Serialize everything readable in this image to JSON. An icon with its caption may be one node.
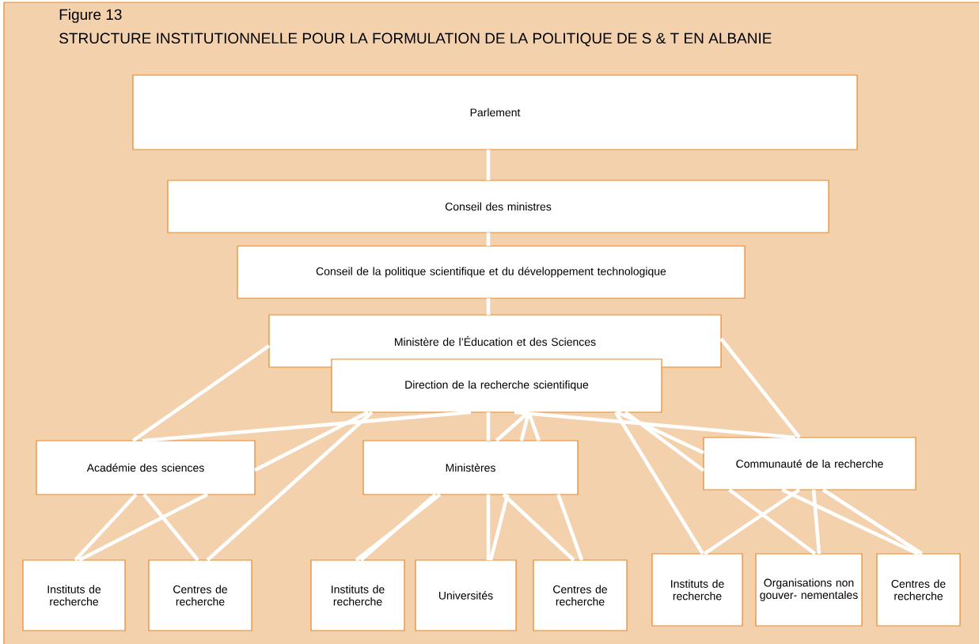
{
  "diagram": {
    "title": "STRUCTURE INSTITUTIONNELLE POUR LA FORMULATION DE LA POLITIQUE DE S & T EN ALBANIE",
    "nodes": [
      {
        "text": [
          "Parlement"
        ]
      },
      {
        "text": [
          "Conseil des ministres"
        ]
      },
      {
        "text": [
          "Conseil de la politique scientifique et du développement technologique"
        ]
      },
      {
        "text": [
          "Ministère de l’Éducation et des Sciences"
        ]
      },
      {
        "text": [
          "Direction de la recherche scientifique"
        ]
      },
      {
        "text": [
          "Académie des sciences"
        ]
      },
      {
        "text": [
          "Ministères"
        ]
      },
      {
        "text": [
          "Communauté de la recherche"
        ]
      },
      {
        "text": [
          "Instituts de recherche"
        ]
      },
      {
        "text": [
          "Centres de recherche"
        ]
      },
      {
        "text": [
          "Instituts de recherche"
        ]
      },
      {
        "text": [
          "Universités"
        ]
      },
      {
        "text": [
          "Centres de recherche"
        ]
      },
      {
        "text": [
          "Instituts de recherche"
        ]
      },
      {
        "text": [
          "Organisations non gouver- nementales"
        ]
      },
      {
        "text": [
          "Centres de recherche"
        ]
      }
    ],
    "edges": [
      {
        "from": 0,
        "to": 1,
        "arrow": "none"
      },
      {
        "from": 1,
        "to": 2,
        "arrow": "none"
      },
      {
        "from": 2,
        "to": 3,
        "arrow": "none"
      },
      {
        "from": 3,
        "to": 5,
        "arrow": "none"
      },
      {
        "from": 3,
        "to": 7,
        "arrow": "none"
      },
      {
        "from": 4,
        "to": 5,
        "arrow": "none"
      },
      {
        "from": 4,
        "to": 5,
        "arrow": "none"
      },
      {
        "from": 4,
        "to": 9,
        "arrow": "none"
      },
      {
        "from": 4,
        "to": 6,
        "arrow": "none"
      },
      {
        "from": 4,
        "to": 6,
        "arrow": "none"
      },
      {
        "from": 4,
        "to": 6,
        "arrow": "none"
      },
      {
        "from": 4,
        "to": 6,
        "arrow": "none"
      },
      {
        "from": 4,
        "to": 7,
        "arrow": "none"
      },
      {
        "from": 4,
        "to": 13,
        "arrow": "none"
      },
      {
        "from": 4,
        "to": 7,
        "arrow": "none"
      },
      {
        "from": 4,
        "to": 7,
        "arrow": "none"
      },
      {
        "from": 5,
        "to": 8,
        "arrow": "none"
      },
      {
        "from": 5,
        "to": 9,
        "arrow": "none"
      },
      {
        "from": 5,
        "to": 8,
        "arrow": "none"
      },
      {
        "from": 6,
        "to": 10,
        "arrow": "none"
      },
      {
        "from": 6,
        "to": 11,
        "arrow": "none"
      },
      {
        "from": 6,
        "to": 10,
        "arrow": "none"
      },
      {
        "from": 6,
        "to": 11,
        "arrow": "none"
      },
      {
        "from": 6,
        "to": 12,
        "arrow": "none"
      },
      {
        "from": 6,
        "to": 12,
        "arrow": "none"
      },
      {
        "from": 7,
        "to": 14,
        "arrow": "none"
      },
      {
        "from": 7,
        "to": 15,
        "arrow": "none"
      },
      {
        "from": 7,
        "to": 13,
        "arrow": "none"
      },
      {
        "from": 7,
        "to": 14,
        "arrow": "none"
      },
      {
        "from": 7,
        "to": 15,
        "arrow": "none"
      }
    ],
    "labels": [
      "Figure 13"
    ]
  }
}
